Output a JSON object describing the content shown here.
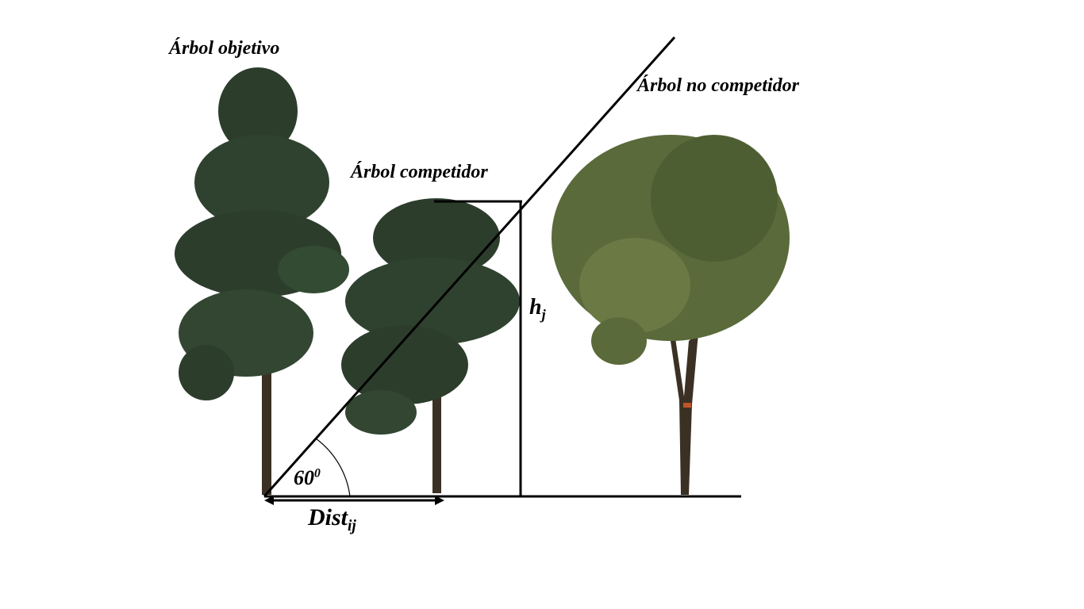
{
  "labels": {
    "target_tree": "Árbol objetivo",
    "competitor_tree": "Árbol competidor",
    "non_competitor_tree": "Árbol no competidor",
    "height": {
      "main": "h",
      "sub": "j"
    },
    "angle": {
      "main": "60",
      "sup": "0"
    },
    "distance": {
      "main": "Dist",
      "sub": "ij"
    }
  },
  "colors": {
    "pine": "#2c3d2c",
    "leaf": "#5a6a3a",
    "trunk": "#3b3024",
    "line": "#000000"
  }
}
